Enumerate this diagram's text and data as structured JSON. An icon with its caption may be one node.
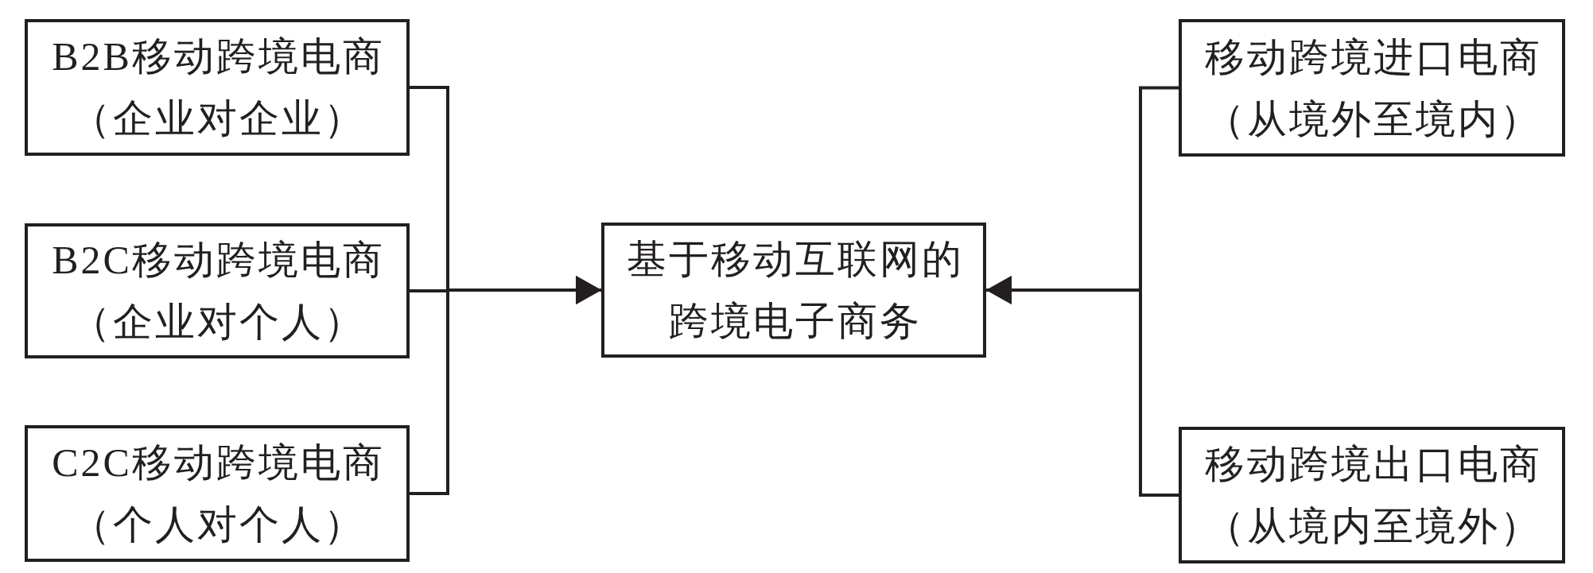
{
  "diagram": {
    "nodes": [
      {
        "text": [
          "B2B移动跨境电商",
          "（企业对企业）"
        ]
      },
      {
        "text": [
          "B2C移动跨境电商",
          "（企业对个人）"
        ]
      },
      {
        "text": [
          "C2C移动跨境电商",
          "（个人对个人）"
        ]
      },
      {
        "text": [
          "基于移动互联网的跨境电子商务"
        ]
      },
      {
        "text": [
          "移动跨境进口电商",
          "（从境外至境内）"
        ]
      },
      {
        "text": [
          "移动跨境出口电商",
          "（从境内至境外）"
        ]
      }
    ],
    "edges": [
      {
        "from": 0,
        "to": 3,
        "arrow": "to"
      },
      {
        "from": 1,
        "to": 3,
        "arrow": "to"
      },
      {
        "from": 2,
        "to": 3,
        "arrow": "to"
      },
      {
        "from": 4,
        "to": 3,
        "arrow": "to"
      },
      {
        "from": 5,
        "to": 3,
        "arrow": "to"
      }
    ]
  }
}
